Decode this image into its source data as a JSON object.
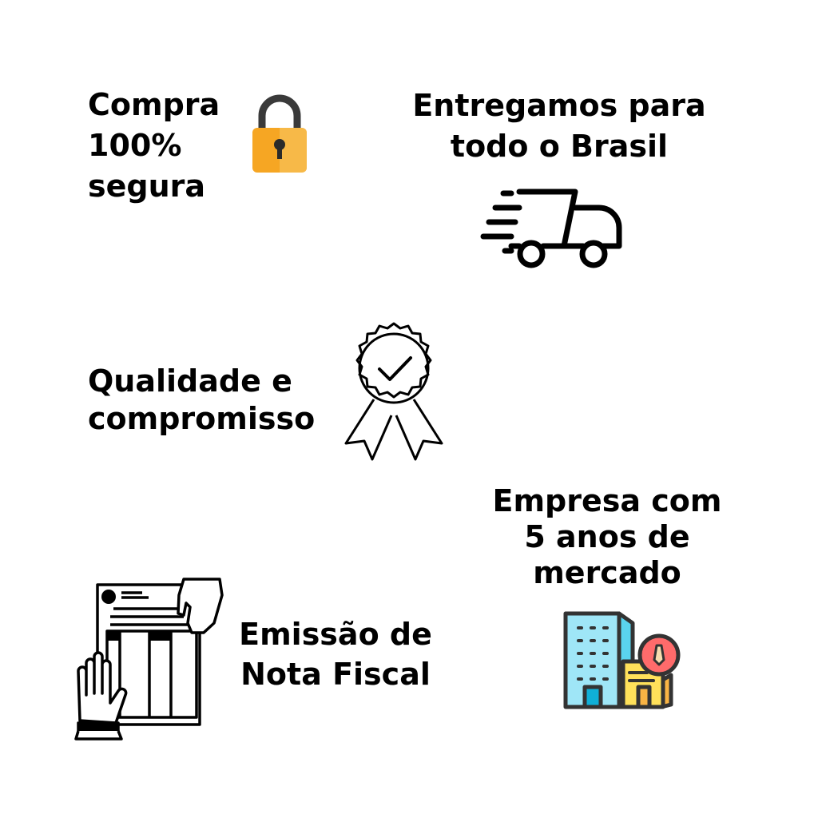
{
  "features": [
    {
      "lines": [
        "Compra",
        "100%",
        "segura"
      ],
      "icon": "padlock-icon"
    },
    {
      "lines": [
        "Entregamos para",
        "todo o Brasil"
      ],
      "icon": "delivery-truck-icon"
    },
    {
      "lines": [
        "Qualidade e",
        "compromisso"
      ],
      "icon": "award-ribbon-icon"
    },
    {
      "lines": [
        "Empresa com",
        "5 anos de",
        "mercado"
      ],
      "icon": "office-building-icon"
    },
    {
      "lines": [
        "Emissão de",
        "Nota Fiscal"
      ],
      "icon": "invoice-hands-icon"
    }
  ],
  "colors": {
    "lock_body": "#F6A623",
    "lock_shackle": "#3A3A3A",
    "building_blue": "#9FE6F7",
    "building_yellow": "#FFE15A",
    "badge_red": "#FF6B6B"
  }
}
